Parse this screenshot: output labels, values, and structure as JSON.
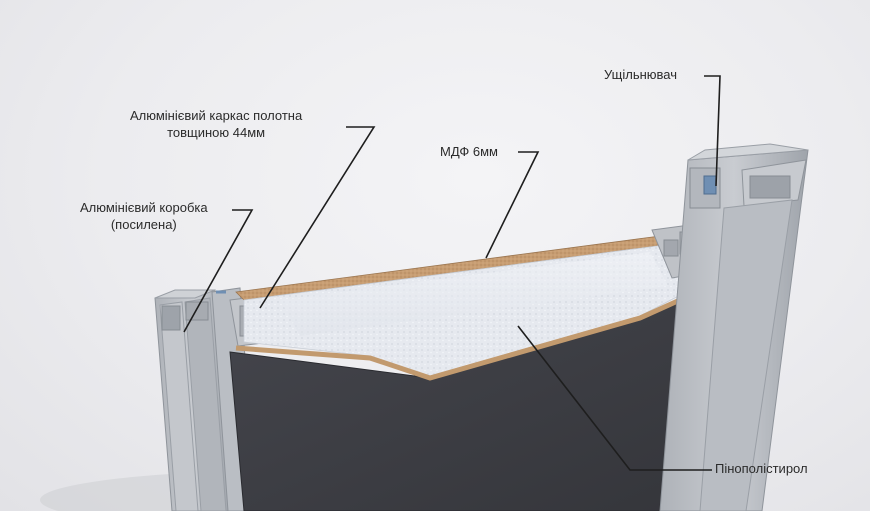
{
  "labels": {
    "seal": "Ущільнювач",
    "frame_line1": "Алюмінієвий каркас полотна",
    "frame_line2": "товщиною 44мм",
    "mdf": "МДФ 6мм",
    "box_line1": "Алюмінієвий коробка",
    "box_line2": "(посилена)",
    "foam": "Пінополістирол"
  },
  "colors": {
    "background": "#ececef",
    "aluminum": "#b6bac0",
    "aluminum_dark": "#8f949b",
    "foam": "#e9ecf2",
    "mdf": "#c9a27a",
    "panel": "#3c3d43",
    "seal": "#6f8fb3",
    "leader": "#1e1e1e"
  }
}
